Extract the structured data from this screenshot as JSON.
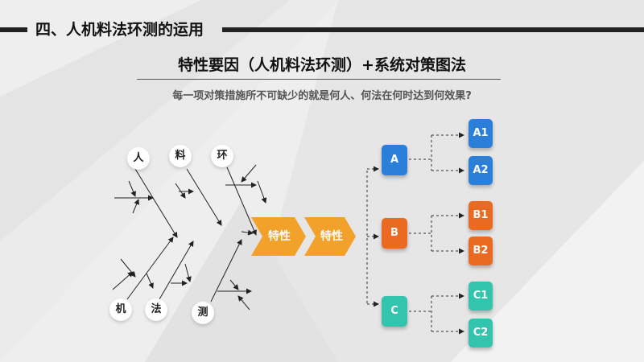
{
  "header": {
    "title": "四、人机料法环测的运用"
  },
  "main": {
    "subtitle": "特性要因（人机料法环测）+系统对策图法",
    "question": "每一项对策措施所不可缺少的就是何人、何法在何时达到何效果?"
  },
  "fishbone": {
    "top_factors": [
      "人",
      "料",
      "环"
    ],
    "bottom_factors": [
      "机",
      "法",
      "测"
    ],
    "arrows": [
      "特性",
      "特性"
    ]
  },
  "system_diagram": {
    "groups": [
      {
        "label": "A",
        "color": "#2b7fd8",
        "children": [
          "A1",
          "A2"
        ]
      },
      {
        "label": "B",
        "color": "#ea6a22",
        "children": [
          "B1",
          "B2"
        ]
      },
      {
        "label": "C",
        "color": "#33c4ad",
        "children": [
          "C1",
          "C2"
        ]
      }
    ]
  }
}
